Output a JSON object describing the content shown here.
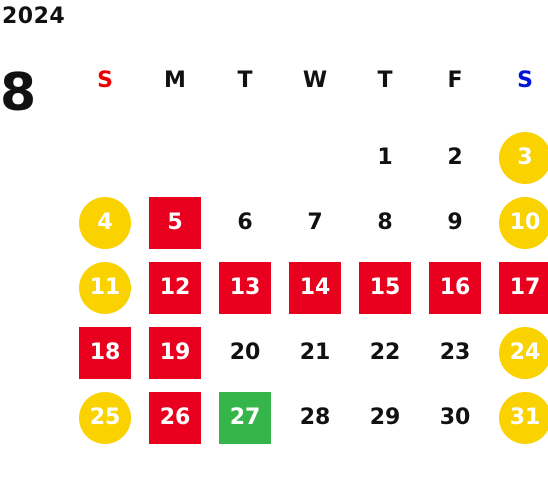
{
  "year": "2024",
  "month": "8",
  "weekdays": [
    "S",
    "M",
    "T",
    "W",
    "T",
    "F",
    "S"
  ],
  "colors": {
    "sunday_header": "#ea0000",
    "saturday_header": "#0014d8",
    "weekend_circle": "#f9d200",
    "holiday_square": "#e8001e",
    "special_square": "#35b54a",
    "normal_text": "#111111"
  },
  "weeks": [
    [
      {
        "label": "",
        "kind": "empty"
      },
      {
        "label": "",
        "kind": "empty"
      },
      {
        "label": "",
        "kind": "empty"
      },
      {
        "label": "",
        "kind": "empty"
      },
      {
        "label": "1",
        "kind": "normal"
      },
      {
        "label": "2",
        "kind": "normal"
      },
      {
        "label": "3",
        "kind": "weekend"
      }
    ],
    [
      {
        "label": "4",
        "kind": "weekend"
      },
      {
        "label": "5",
        "kind": "holiday"
      },
      {
        "label": "6",
        "kind": "normal"
      },
      {
        "label": "7",
        "kind": "normal"
      },
      {
        "label": "8",
        "kind": "normal"
      },
      {
        "label": "9",
        "kind": "normal"
      },
      {
        "label": "10",
        "kind": "weekend"
      }
    ],
    [
      {
        "label": "11",
        "kind": "weekend"
      },
      {
        "label": "12",
        "kind": "holiday"
      },
      {
        "label": "13",
        "kind": "holiday"
      },
      {
        "label": "14",
        "kind": "holiday"
      },
      {
        "label": "15",
        "kind": "holiday"
      },
      {
        "label": "16",
        "kind": "holiday"
      },
      {
        "label": "17",
        "kind": "holiday"
      }
    ],
    [
      {
        "label": "18",
        "kind": "holiday"
      },
      {
        "label": "19",
        "kind": "holiday"
      },
      {
        "label": "20",
        "kind": "normal"
      },
      {
        "label": "21",
        "kind": "normal"
      },
      {
        "label": "22",
        "kind": "normal"
      },
      {
        "label": "23",
        "kind": "normal"
      },
      {
        "label": "24",
        "kind": "weekend"
      }
    ],
    [
      {
        "label": "25",
        "kind": "weekend"
      },
      {
        "label": "26",
        "kind": "holiday"
      },
      {
        "label": "27",
        "kind": "special"
      },
      {
        "label": "28",
        "kind": "normal"
      },
      {
        "label": "29",
        "kind": "normal"
      },
      {
        "label": "30",
        "kind": "normal"
      },
      {
        "label": "31",
        "kind": "weekend"
      }
    ]
  ]
}
